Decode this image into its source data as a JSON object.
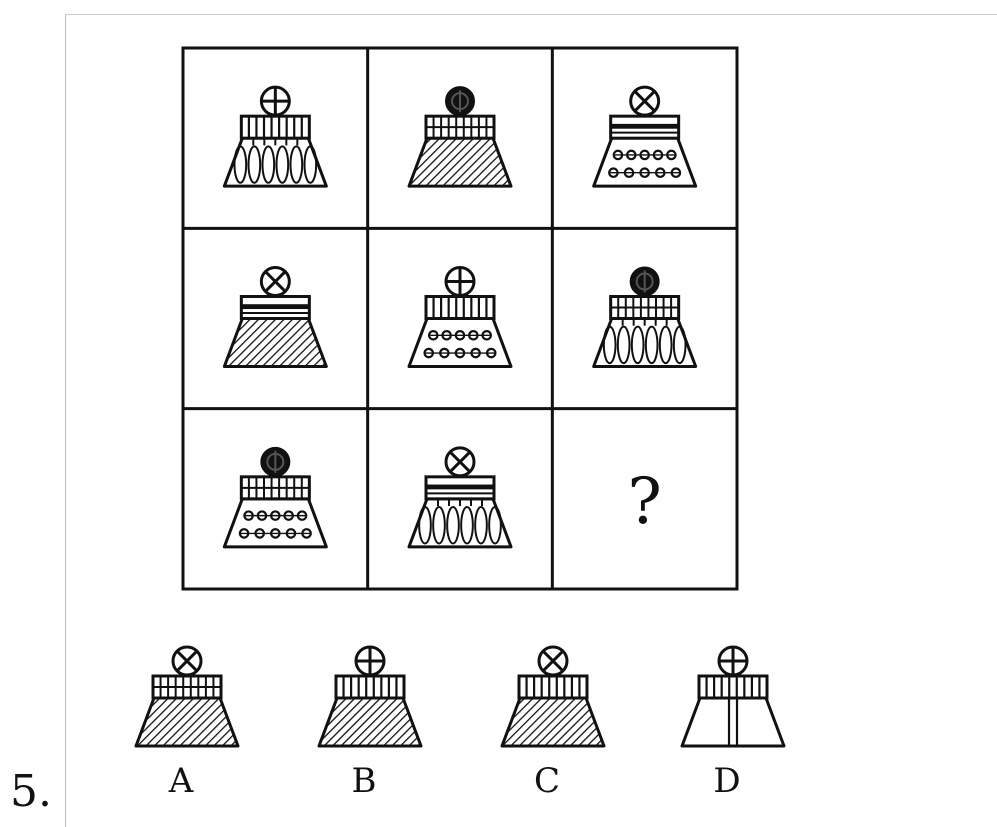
{
  "question_number": "5.",
  "matrix": {
    "cells": [
      {
        "top": "plus",
        "band": "vstripes",
        "base": "diamonds"
      },
      {
        "top": "dark",
        "band": "grid",
        "base": "hatched"
      },
      {
        "top": "x",
        "band": "hbars",
        "base": "circles"
      },
      {
        "top": "x",
        "band": "hbars",
        "base": "hatched"
      },
      {
        "top": "plus",
        "band": "vstripes",
        "base": "circles"
      },
      {
        "top": "dark",
        "band": "grid",
        "base": "diamonds"
      },
      {
        "top": "dark",
        "band": "grid",
        "base": "circles"
      },
      {
        "top": "x",
        "band": "hbars",
        "base": "diamonds"
      },
      {
        "top": "question",
        "band": "",
        "base": ""
      }
    ],
    "question_mark": "?"
  },
  "options": [
    {
      "label": "A",
      "top": "x",
      "band": "grid",
      "base": "hatched"
    },
    {
      "label": "B",
      "top": "plus",
      "band": "vstripes",
      "base": "hatched"
    },
    {
      "label": "C",
      "top": "x",
      "band": "vstripes",
      "base": "hatched"
    },
    {
      "label": "D",
      "top": "plus",
      "band": "vstripes",
      "base": "split"
    }
  ],
  "colors": {
    "ink": "#111111",
    "paper": "#ffffff"
  }
}
